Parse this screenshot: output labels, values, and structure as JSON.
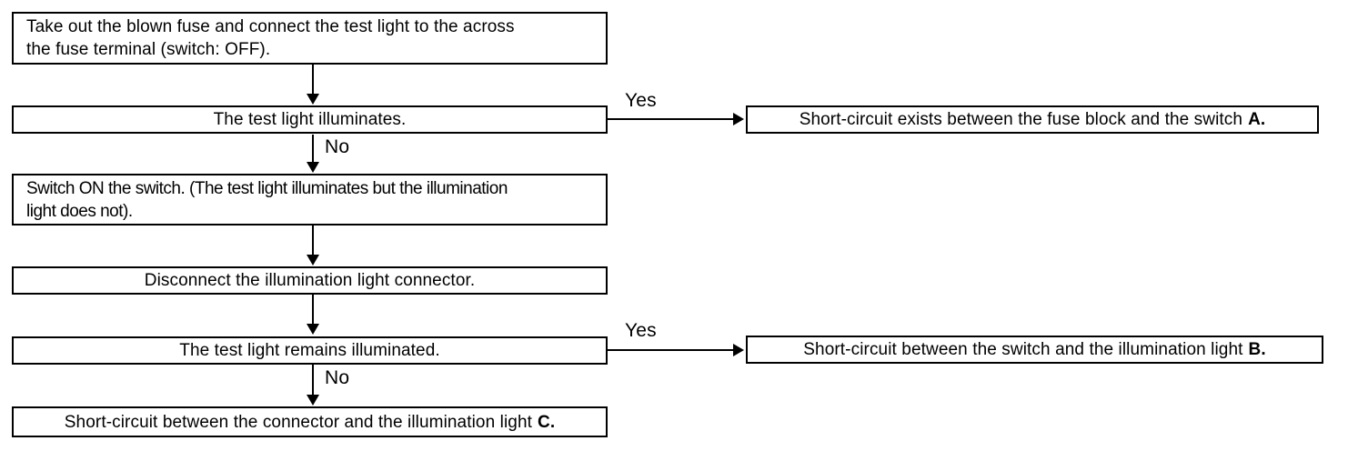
{
  "flowchart": {
    "steps": {
      "step1": {
        "line1": "Take out the blown fuse and connect the test light to the across",
        "line2": "the fuse terminal (switch: OFF)."
      },
      "step2": "The test light illuminates.",
      "step3": {
        "line1": "Switch ON the switch. (The test light illuminates but the illumination",
        "line2": "light does not)."
      },
      "step4": "Disconnect the illumination light connector.",
      "step5": "The test light remains illuminated."
    },
    "results": {
      "a": {
        "text": "Short-circuit exists between the fuse block and the switch",
        "code": "A."
      },
      "b": {
        "text": "Short-circuit between the switch and the illumination light",
        "code": "B."
      },
      "c": {
        "text": "Short-circuit between the connector and the illumination light",
        "code": "C."
      }
    },
    "labels": {
      "yes1": "Yes",
      "no1": "No",
      "yes2": "Yes",
      "no2": "No"
    },
    "colors": {
      "line": "#000000",
      "background": "#ffffff"
    }
  }
}
